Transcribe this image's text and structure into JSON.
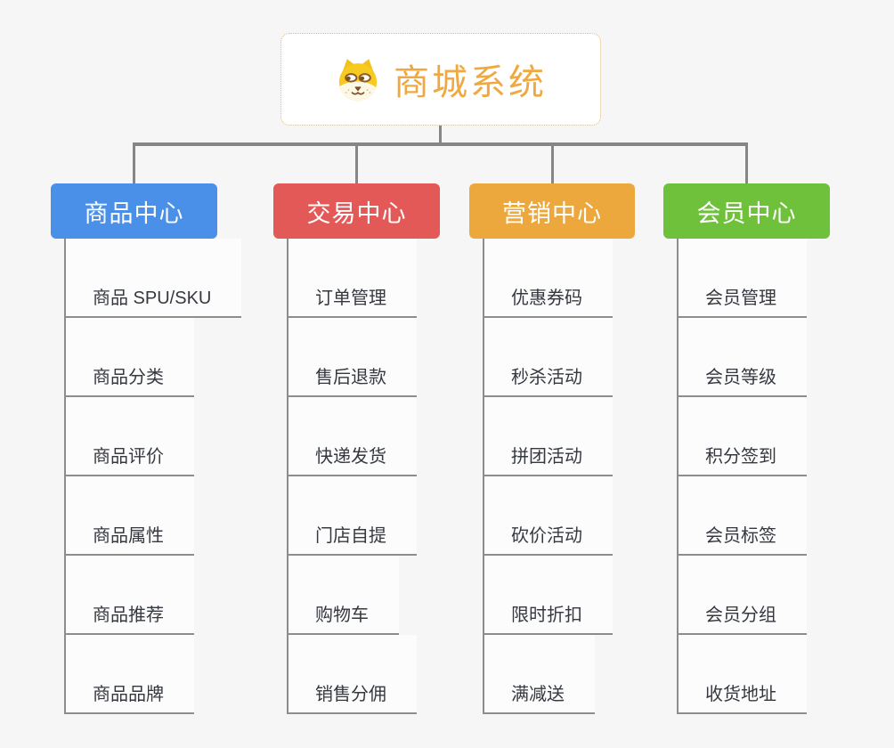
{
  "root": {
    "title": "商城系统",
    "icon": "dog-face-icon",
    "title_color": "#f0a841",
    "border_color": "#f0b45c"
  },
  "connector_color": "#868686",
  "branches": [
    {
      "id": "product",
      "label": "商品中心",
      "color": "#4a90e9",
      "children": [
        "商品 SPU/SKU",
        "商品分类",
        "商品评价",
        "商品属性",
        "商品推荐",
        "商品品牌"
      ]
    },
    {
      "id": "trade",
      "label": "交易中心",
      "color": "#e25958",
      "children": [
        "订单管理",
        "售后退款",
        "快递发货",
        "门店自提",
        "购物车",
        "销售分佣"
      ]
    },
    {
      "id": "marketing",
      "label": "营销中心",
      "color": "#eca83c",
      "children": [
        "优惠券码",
        "秒杀活动",
        "拼团活动",
        "砍价活动",
        "限时折扣",
        "满减送"
      ]
    },
    {
      "id": "member",
      "label": "会员中心",
      "color": "#6fc13c",
      "children": [
        "会员管理",
        "会员等级",
        "积分签到",
        "会员标签",
        "会员分组",
        "收货地址"
      ]
    }
  ]
}
